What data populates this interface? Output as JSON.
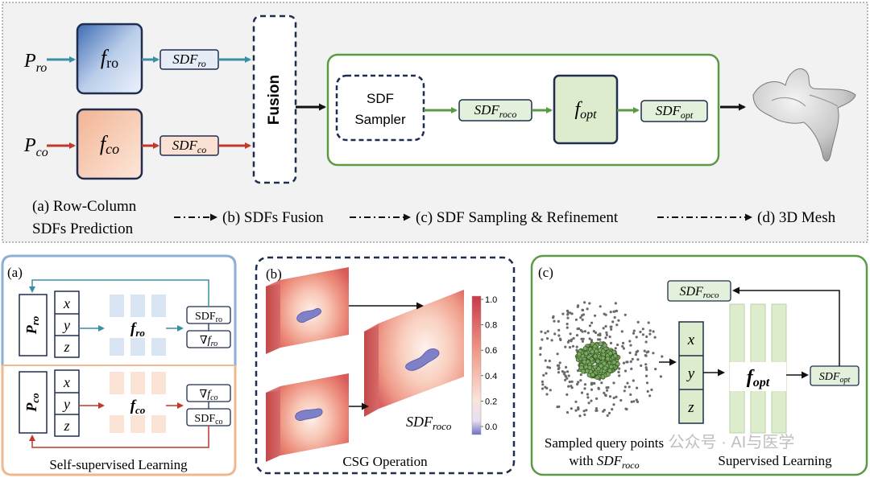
{
  "top": {
    "input_ro_base": "P",
    "input_ro_sub": "ro",
    "input_co_base": "P",
    "input_co_sub": "co",
    "f_ro_base": "f",
    "f_ro_sub": "ro",
    "f_co_base": "f",
    "f_co_sub": "co",
    "sdf_ro_base": "SDF",
    "sdf_ro_sub": "ro",
    "sdf_co_base": "SDF",
    "sdf_co_sub": "co",
    "fusion_label": "Fusion",
    "sampler_line1": "SDF",
    "sampler_line2": "Sampler",
    "sdf_roco_base": "SDF",
    "sdf_roco_sub": "roco",
    "f_opt_base": "f",
    "f_opt_sub": "opt",
    "sdf_opt_base": "SDF",
    "sdf_opt_sub": "opt",
    "stage_a_line1": "(a)  Row-Column",
    "stage_a_line2": "SDFs Prediction",
    "stage_b": "(b) SDFs Fusion",
    "stage_c": "(c) SDF Sampling & Refinement",
    "stage_d": "(d) 3D Mesh"
  },
  "panel_a": {
    "tag": "(a)",
    "p_ro_base": "P",
    "p_ro_sub": "ro",
    "p_co_base": "P",
    "p_co_sub": "co",
    "x": "x",
    "y": "y",
    "z": "z",
    "f_ro_base": "f",
    "f_ro_sub": "ro",
    "f_co_base": "f",
    "f_co_sub": "co",
    "sdf_ro_base": "SDF",
    "sdf_ro_sub": "ro",
    "grad_ro_base": "∇f",
    "grad_ro_sub": "ro",
    "grad_co_base": "∇f",
    "grad_co_sub": "co",
    "sdf_co_base": "SDF",
    "sdf_co_sub": "co",
    "caption": "Self-supervised Learning"
  },
  "panel_b": {
    "tag": "(b)",
    "sdf_roco_base": "SDF",
    "sdf_roco_sub": "roco",
    "caption": "CSG Operation",
    "colorbar_ticks": [
      "1.0",
      "0.8",
      "0.6",
      "0.4",
      "0.2",
      "0.0"
    ]
  },
  "panel_c": {
    "tag": "(c)",
    "sdf_roco_base": "SDF",
    "sdf_roco_sub": "roco",
    "x": "x",
    "y": "y",
    "z": "z",
    "f_opt_base": "f",
    "f_opt_sub": "opt",
    "sdf_opt_base": "SDF",
    "sdf_opt_sub": "opt",
    "caption_left1": "Sampled query points",
    "caption_left2_pre": "with ",
    "caption_left2_base": "SDF",
    "caption_left2_sub": "roco",
    "caption_right": "Supervised Learning"
  },
  "watermark": "公众号 · AI与医学",
  "colors": {
    "teal": "#3a8fa5",
    "red": "#c0392b",
    "green": "#5b9a45",
    "navy": "#1f2d4f",
    "blue_box": "#a9c2e6",
    "orange_box": "#f7cdb5",
    "green_box": "#dceccc",
    "panel_bg": "#f2f2f2"
  }
}
